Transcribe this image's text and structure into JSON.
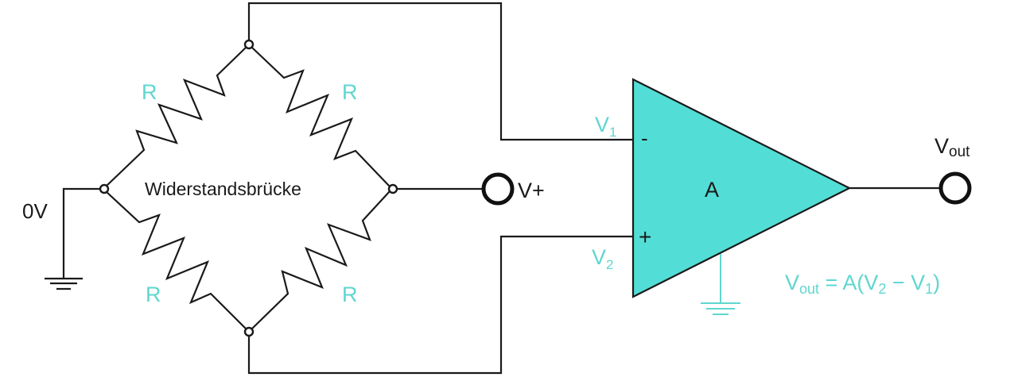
{
  "diagram": {
    "title": "Resistance bridge with differential amplifier",
    "bridge_label": "Widerstandsbrücke",
    "resistor_label": "R",
    "resistors": [
      {
        "position": "top-left",
        "label": "R"
      },
      {
        "position": "top-right",
        "label": "R"
      },
      {
        "position": "bottom-left",
        "label": "R"
      },
      {
        "position": "bottom-right",
        "label": "R"
      }
    ],
    "ground_terminal_label": "0V",
    "supply_terminal_label": "V+",
    "amplifier": {
      "gain_label": "A",
      "inverting_symbol": "-",
      "noninverting_symbol": "+",
      "input1_label": "V",
      "input1_sub": "1",
      "input2_label": "V",
      "input2_sub": "2"
    },
    "output_label": "V",
    "output_sub": "out",
    "formula": {
      "lhs": "V",
      "lhs_sub": "out",
      "eq": " = A(V",
      "v2_sub": "2",
      "minus": " − V",
      "v1_sub": "1",
      "close": ")"
    },
    "colors": {
      "accent_teal": "#5fd6d0",
      "amplifier_fill": "#52ded6",
      "wire": "#1a1a1a"
    }
  }
}
